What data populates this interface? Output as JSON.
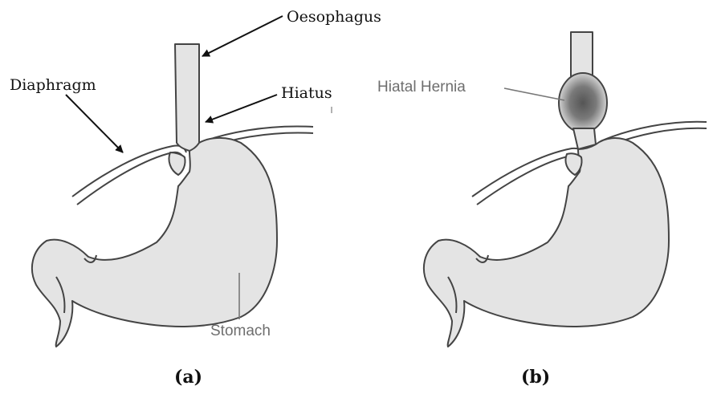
{
  "panel_a": {
    "labels": {
      "oesophagus": "Oesophagus",
      "diaphragm": "Diaphragm",
      "hiatus": "Hiatus",
      "stomach": "Stomach"
    },
    "caption": "(a)"
  },
  "panel_b": {
    "labels": {
      "hiatal_hernia": "Hiatal Hernia"
    },
    "caption": "(b)"
  }
}
